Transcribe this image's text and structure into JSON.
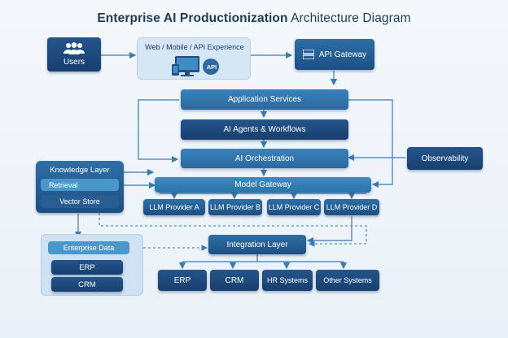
{
  "title": {
    "strong": "Enterprise AI Productionization",
    "rest": " Architecture Diagram"
  },
  "users": {
    "label": "Users",
    "icon": "users-icon"
  },
  "experience": {
    "label": "Web / Mobile / API Experience",
    "api_badge": "API",
    "icon": "devices-icon"
  },
  "gateway": {
    "label": "API Gateway",
    "icon": "server-icon"
  },
  "stack": {
    "app_services": "Application Services",
    "agents": "AI Agents & Workflows",
    "orchestration": "AI Orchestration",
    "model_gateway": "Model Gateway"
  },
  "observability": "Observability",
  "knowledge": {
    "title": "Knowledge Layer",
    "retrieval": "Retrieval",
    "vector": "Vector Store"
  },
  "providers": [
    "LLM Provider A",
    "LLM Provider B",
    "LLM Provider C",
    "LLM Provider D"
  ],
  "enterprise": {
    "title": "Enterprise Data",
    "erp": "ERP",
    "crm": "CRM"
  },
  "integration": "Integration Layer",
  "systems": [
    "ERP",
    "CRM",
    "HR Systems",
    "Other Systems"
  ],
  "colors": {
    "primary": "#1c4f83",
    "accent": "#2f7fbf",
    "line": "#3a7bb5",
    "panel": "#d9e8f5"
  }
}
